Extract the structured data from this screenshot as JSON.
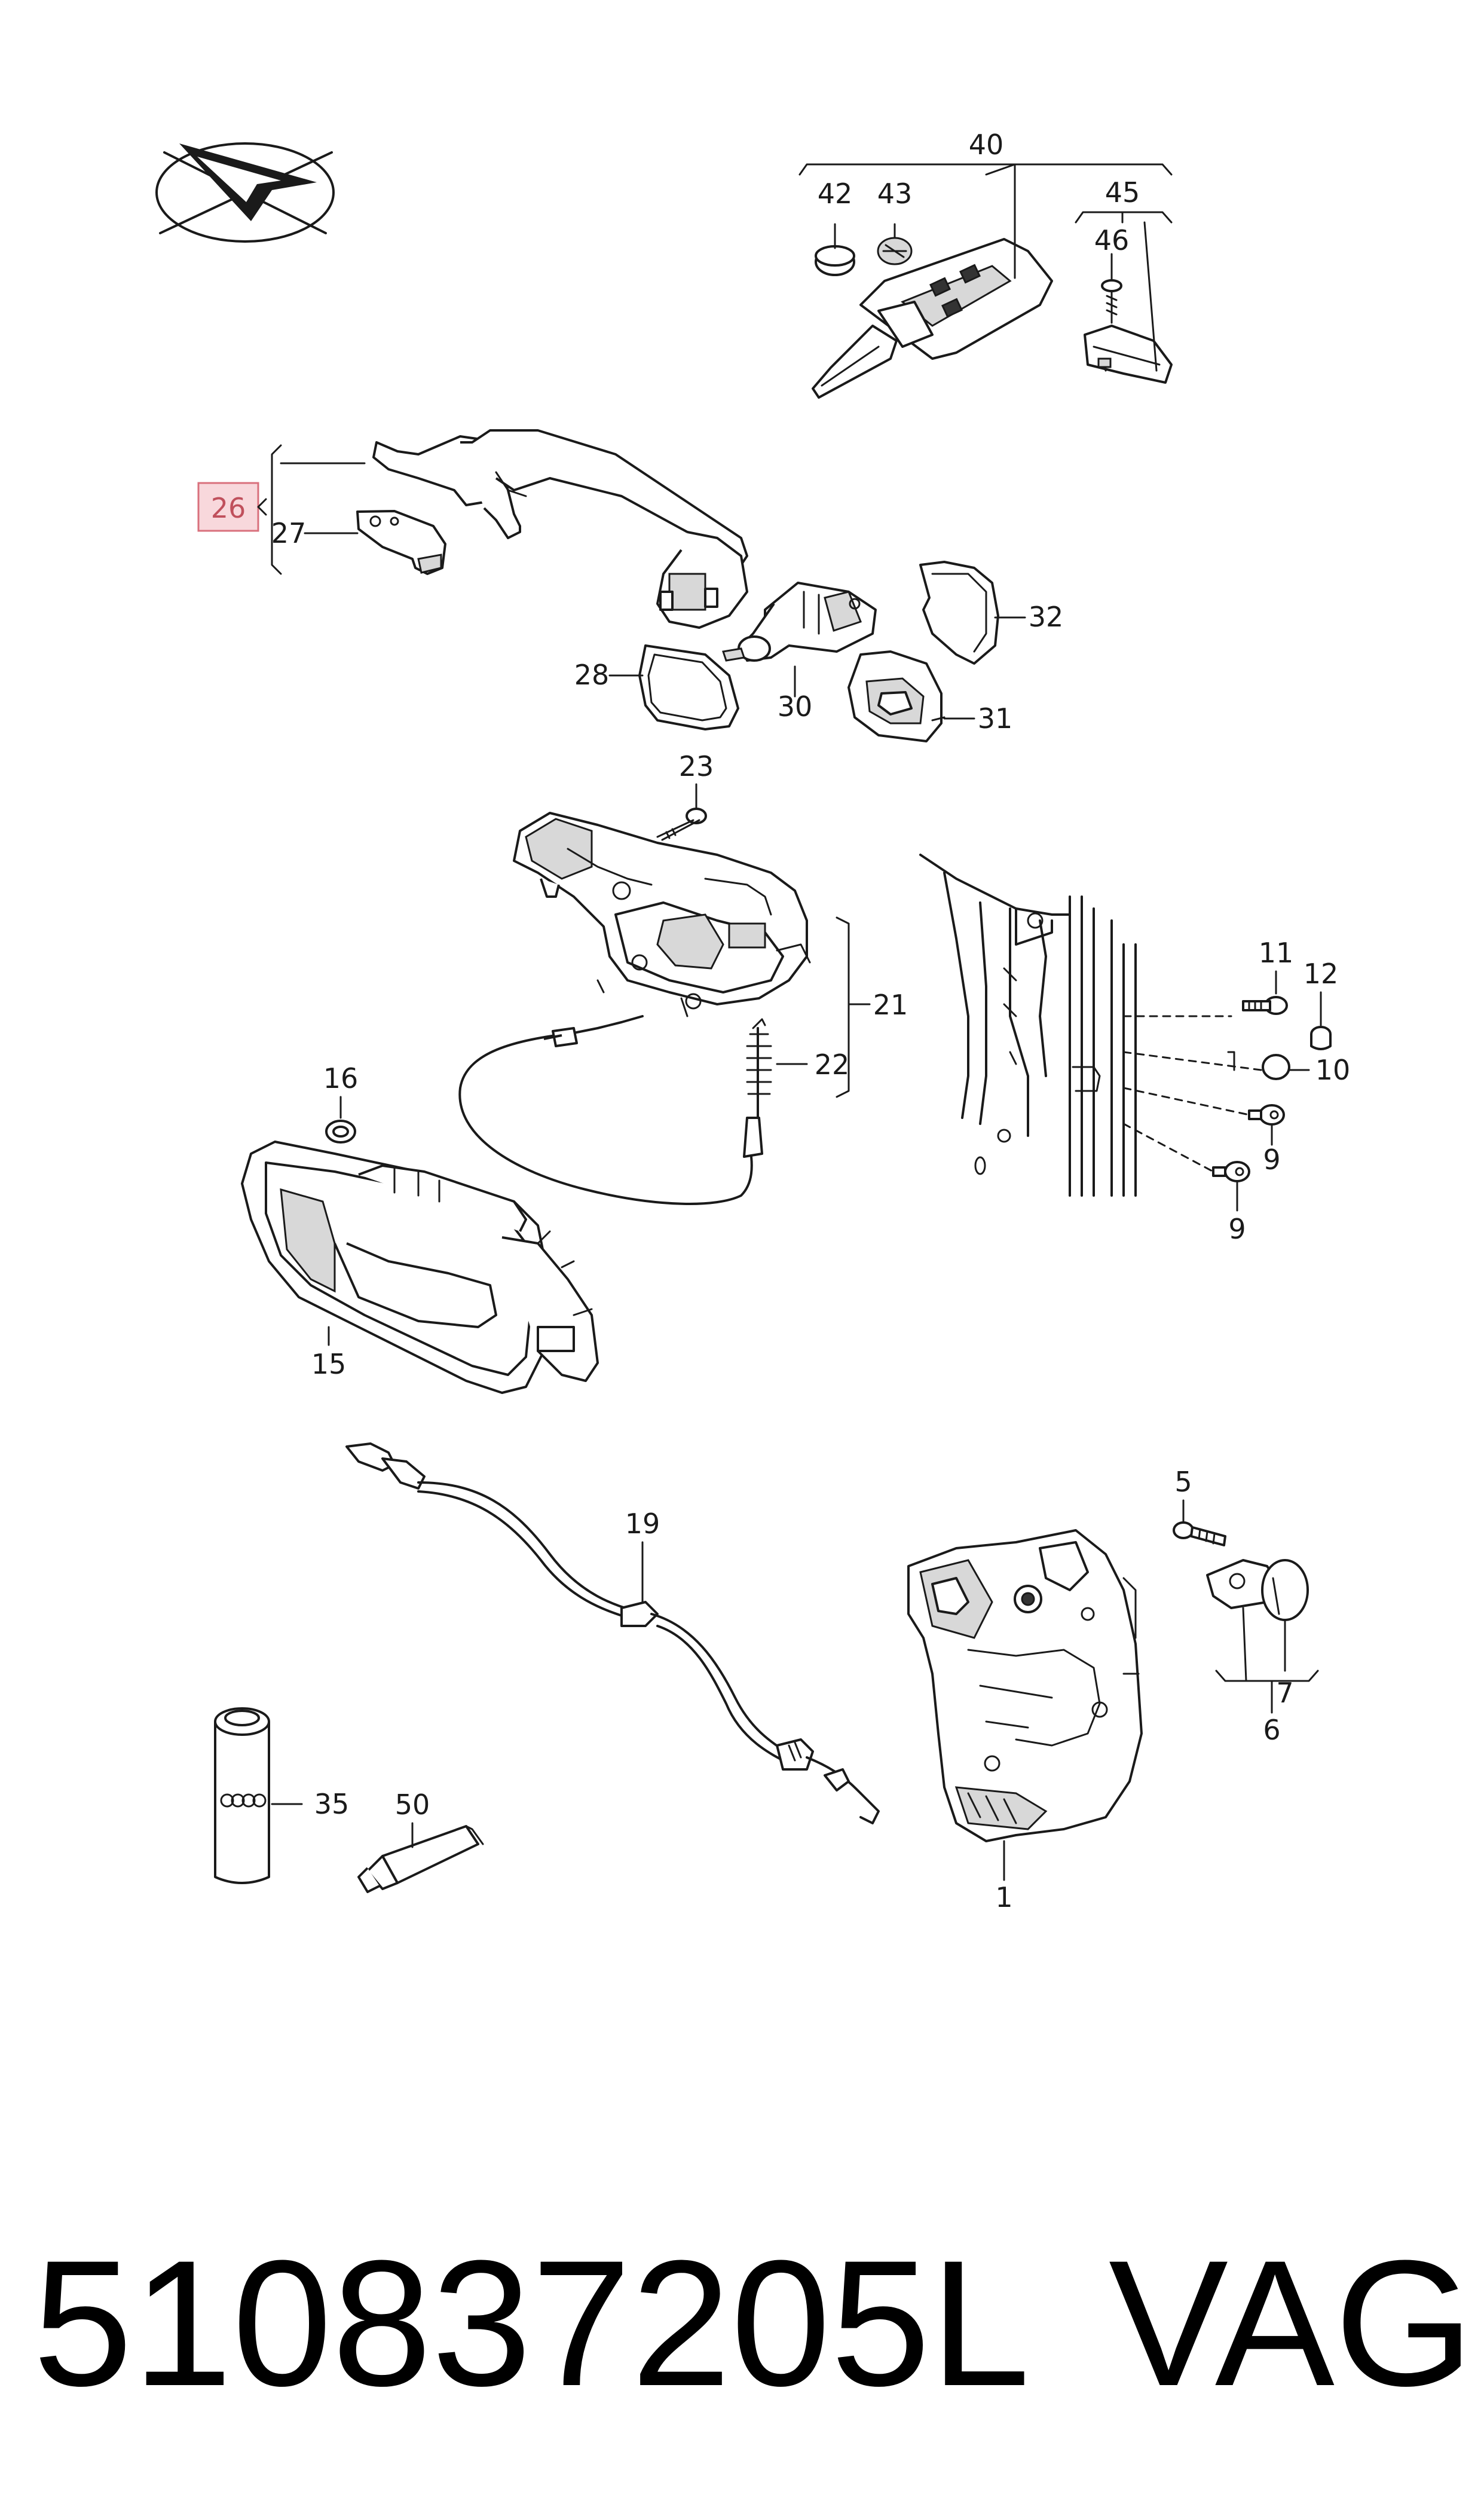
{
  "diagram": {
    "callouts": {
      "c1": "1",
      "c5": "5",
      "c6": "6",
      "c7": "7",
      "c9a": "9",
      "c9b": "9",
      "c10": "10",
      "c11": "11",
      "c12": "12",
      "c15": "15",
      "c16": "16",
      "c19": "19",
      "c21": "21",
      "c22": "22",
      "c23": "23",
      "c26": "26",
      "c27": "27",
      "c28": "28",
      "c30": "30",
      "c31": "31",
      "c32": "32",
      "c35": "35",
      "c40": "40",
      "c42": "42",
      "c43": "43",
      "c45": "45",
      "c46": "46",
      "c50": "50"
    },
    "highlighted_part": "26",
    "highlight_color": "#f8d8dc"
  },
  "footer": {
    "part_number": "510837205L",
    "brand": "VAG"
  }
}
